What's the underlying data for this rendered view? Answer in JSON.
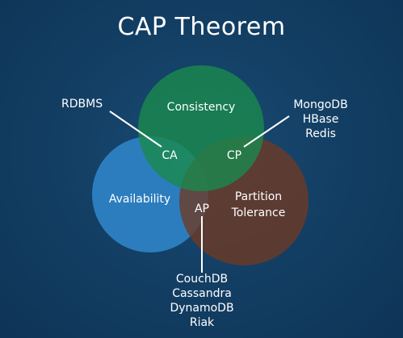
{
  "title": "CAP Theorem",
  "circles": {
    "consistency": {
      "label": "Consistency",
      "color": "#1a8a4c"
    },
    "availability": {
      "label": "Availability",
      "color": "#2f82c4"
    },
    "partition": {
      "label_line1": "Partition",
      "label_line2": "Tolerance",
      "color": "#6f3a22"
    }
  },
  "intersections": {
    "ca": "CA",
    "cp": "CP",
    "ap": "AP"
  },
  "examples": {
    "ca": [
      "RDBMS"
    ],
    "cp": [
      "MongoDB",
      "HBase",
      "Redis"
    ],
    "ap": [
      "CouchDB",
      "Cassandra",
      "DynamoDB",
      "Riak"
    ]
  }
}
